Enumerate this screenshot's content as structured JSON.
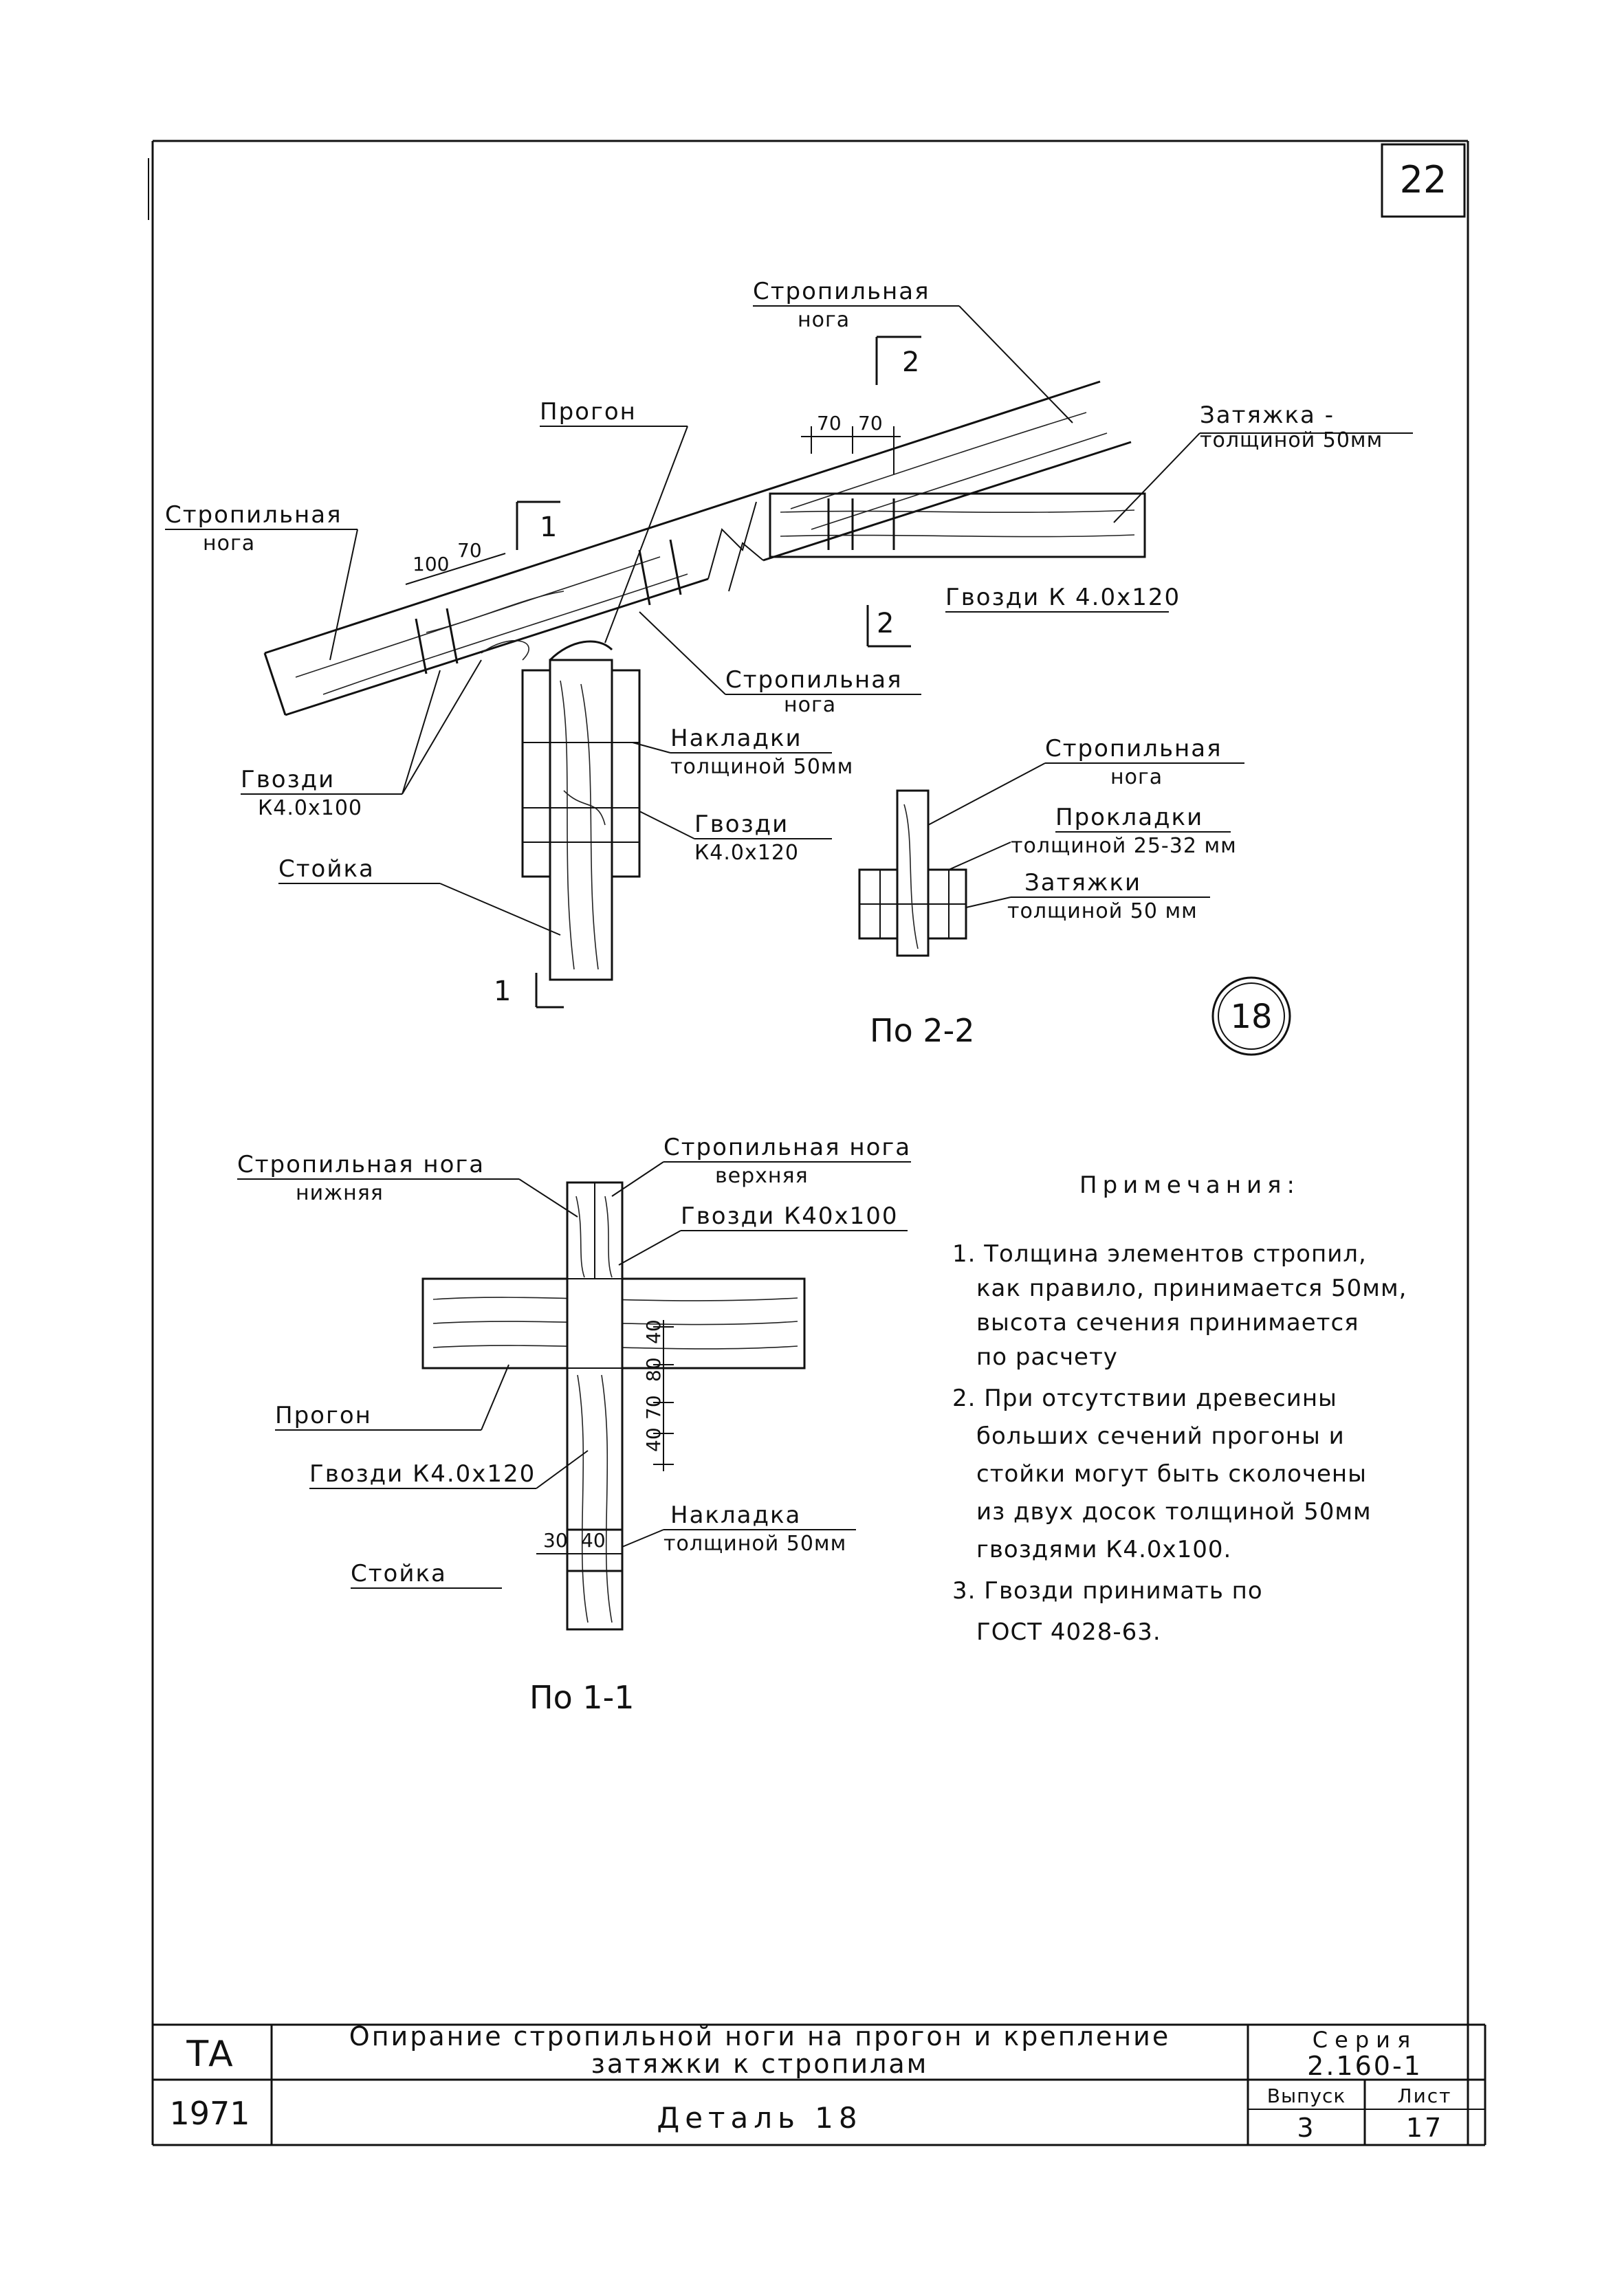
{
  "sheet": {
    "number": "22"
  },
  "detail_top": {
    "rafter_top": [
      "Стропильная",
      "нога"
    ],
    "section2_mark": "2",
    "purlin": "Прогон",
    "dim_top": [
      "70",
      "70"
    ],
    "tie": [
      "Затяжка -",
      "толщиной 50мм"
    ],
    "rafter_left": [
      "Стропильная",
      "нога"
    ],
    "dim_left": [
      "100",
      "70"
    ],
    "section1_mark": "1",
    "nails_right": "Гвозди К 4.0х120",
    "section2_mark_bottom": "2",
    "rafter_mid": [
      "Стропильная",
      "нога"
    ],
    "plates": [
      "Накладки",
      "толщиной 50мм"
    ],
    "nails_left": [
      "Гвозди",
      "К4.0х100"
    ],
    "nails_post": [
      "Гвозди",
      "К4.0х120"
    ],
    "post": "Стойка",
    "section1_mark_bottom": "1"
  },
  "section22": {
    "rafter": [
      "Стропильная",
      "нога"
    ],
    "spacers": [
      "Прокладки",
      "толщиной 25-32 мм"
    ],
    "ties": [
      "Затяжки",
      "толщиной 50 мм"
    ],
    "caption": "По 2-2",
    "detail_number": "18"
  },
  "section11": {
    "rafter_lower": [
      "Стропильная нога",
      "нижняя"
    ],
    "rafter_upper": [
      "Стропильная нога",
      "верхняя"
    ],
    "nails_top": "Гвозди К40х100",
    "dims_vertical": [
      "40",
      "80",
      "70",
      "40"
    ],
    "purlin": "Прогон",
    "nails_bottom": "Гвозди К4.0х120",
    "plate": [
      "Накладка",
      "толщиной 50мм"
    ],
    "dims_horizontal": [
      "30",
      "40"
    ],
    "post": "Стойка",
    "caption": "По 1-1"
  },
  "notes": {
    "title": "Примечания:",
    "items": [
      [
        "1. Толщина элементов стропил,",
        "как правило, принимается 50мм,",
        "высота сечения принимается",
        "по расчету"
      ],
      [
        "2. При отсутствии древесины",
        "больших сечений прогоны и",
        "стойки могут быть сколочены",
        "из двух досок толщиной 50мм",
        "гвоздями К4.0х100."
      ],
      [
        "3. Гвозди принимать по",
        "ГОСТ 4028-63."
      ]
    ]
  },
  "title_block": {
    "org": "ТА",
    "year": "1971",
    "title": [
      "Опирание стропильной ноги на прогон и крепление",
      "затяжки к стропилам"
    ],
    "subtitle": "Деталь 18",
    "series_label": "Серия",
    "series": "2.160-1",
    "issue_label": "Выпуск",
    "issue": "3",
    "page_label": "Лист",
    "page": "17"
  }
}
